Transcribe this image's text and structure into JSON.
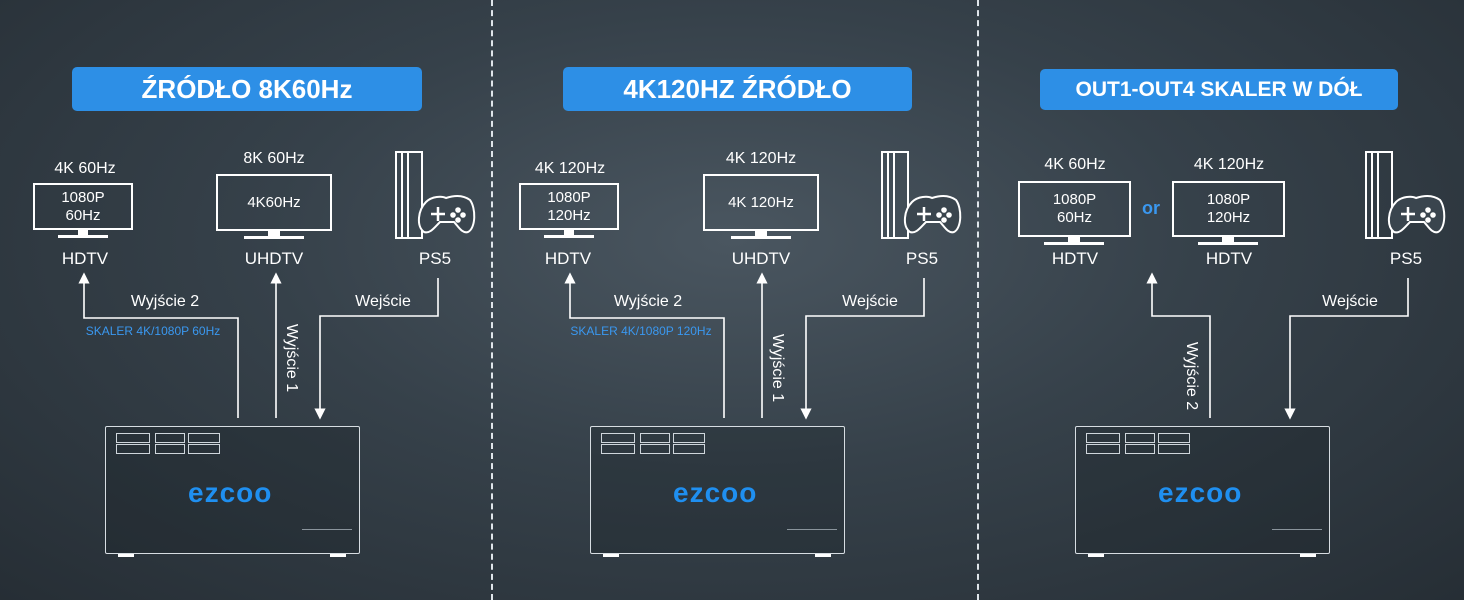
{
  "panels": [
    {
      "title": "ŹRÓDŁO 8K60Hz",
      "tv1": {
        "freq": "4K 60Hz",
        "screen": "1080P\n60Hz",
        "name": "HDTV"
      },
      "tv2": {
        "freq": "8K 60Hz",
        "screen": "4K60Hz",
        "name": "UHDTV"
      },
      "console": {
        "name": "PS5"
      },
      "out1_label": "Wyjście 2",
      "out2_label": "Wyjście 1",
      "in_label": "Wejście",
      "scaler_note": "SKALER 4K/1080P 60Hz",
      "brand": "ezcoo"
    },
    {
      "title": "4K120HZ ŹRÓDŁO",
      "tv1": {
        "freq": "4K 120Hz",
        "screen": "1080P\n120Hz",
        "name": "HDTV"
      },
      "tv2": {
        "freq": "4K 120Hz",
        "screen": "4K 120Hz",
        "name": "UHDTV"
      },
      "console": {
        "name": "PS5"
      },
      "out1_label": "Wyjście 2",
      "out2_label": "Wyjście 1",
      "in_label": "Wejście",
      "scaler_note": "SKALER 4K/1080P 120Hz",
      "brand": "ezcoo"
    },
    {
      "title": "OUT1-OUT4 SKALER W DÓŁ",
      "tv1": {
        "freq": "4K 60Hz",
        "screen": "1080P\n60Hz",
        "name": "HDTV"
      },
      "or_label": "or",
      "tv2": {
        "freq": "4K 120Hz",
        "screen": "1080P\n120Hz",
        "name": "HDTV"
      },
      "console": {
        "name": "PS5"
      },
      "out_label": "Wyjście 2",
      "in_label": "Wejście",
      "brand": "ezcoo"
    }
  ],
  "colors": {
    "banner": "#2d8fe6",
    "accent": "#3a98f0",
    "brand": "#1f8ff0"
  }
}
